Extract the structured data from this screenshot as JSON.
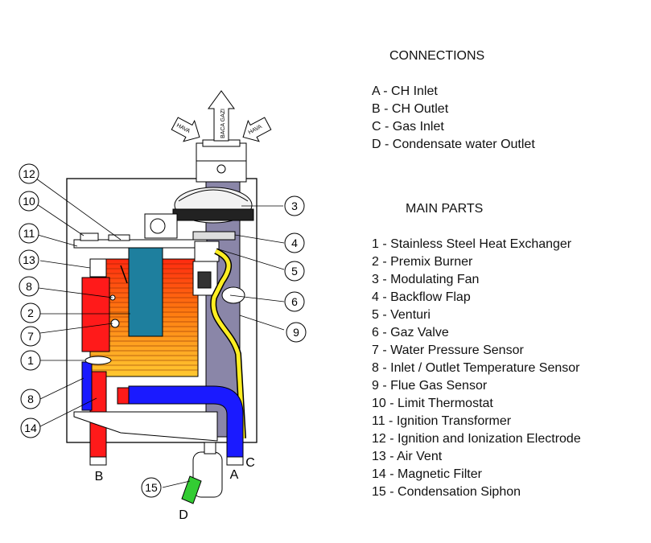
{
  "connections": {
    "title": "CONNECTIONS",
    "items": [
      "A - CH Inlet",
      "B - CH Outlet",
      "C - Gas Inlet",
      "D - Condensate water Outlet"
    ]
  },
  "main_parts": {
    "title": "MAIN PARTS",
    "items": [
      "1 -  Stainless Steel Heat Exchanger",
      "2 -  Premix Burner",
      "3 -  Modulating  Fan",
      "4 -  Backflow Flap",
      "5 -  Venturi",
      "6 -  Gaz Valve",
      "7 -  Water Pressure Sensor",
      "8 -  Inlet / Outlet Temperature Sensor",
      "9 -  Flue Gas Sensor",
      "10 - Limit Thermostat",
      "11 - Ignition Transformer",
      "12 - Ignition and Ionization Electrode",
      "13 - Air Vent",
      "14 - Magnetic Filter",
      "15 - Condensation Siphon"
    ]
  },
  "diagram": {
    "arrow_labels": {
      "left": "HAVA",
      "center": "BACA GAZI",
      "right": "HAVA"
    },
    "callouts": [
      "12",
      "10",
      "11",
      "13",
      "8",
      "2",
      "7",
      "1",
      "8",
      "14",
      "3",
      "4",
      "5",
      "6",
      "9",
      "15"
    ],
    "port_labels": {
      "a": "A",
      "b": "B",
      "c": "C",
      "d": "D"
    }
  },
  "colors": {
    "hot_pipe": "#ff1a1a",
    "cold_pipe": "#1a1aff",
    "gas_pipe": "#ffee22",
    "heat_exchanger": "#1e7f9e",
    "flue_duct": "#8a86a8",
    "siphon": "#33cc33"
  }
}
